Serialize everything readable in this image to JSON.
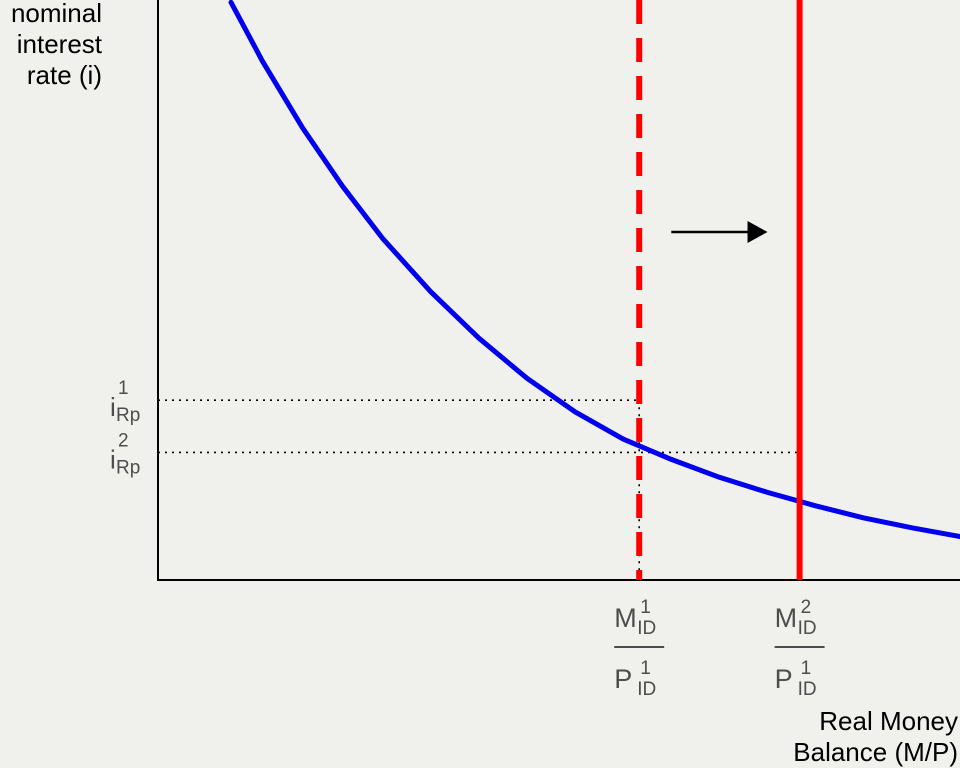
{
  "chart_data": {
    "type": "line",
    "title": "",
    "ylabel_lines": [
      "nominal",
      "interest",
      "rate (i)"
    ],
    "xlabel_lines": [
      "Real Money",
      "Balance (M/P)"
    ],
    "colors": {
      "demand": "#0000ee",
      "supply": "#ff0000",
      "guide": "#000000",
      "arrow": "#000000",
      "axis": "#000000",
      "tick_text": "#4d4d4d",
      "background": "#f0f0ec"
    },
    "xlim": [
      0,
      10
    ],
    "ylim": [
      0,
      10
    ],
    "series": [
      {
        "role": "money-demand-curve",
        "x": [
          0.91,
          1.3,
          1.8,
          2.3,
          2.8,
          3.4,
          4.0,
          4.6,
          5.2,
          5.8,
          6.4,
          7.0,
          7.6,
          8.2,
          8.8,
          9.4,
          10.0
        ],
        "y": [
          9.96,
          8.95,
          7.8,
          6.79,
          5.89,
          4.97,
          4.17,
          3.48,
          2.9,
          2.43,
          2.08,
          1.77,
          1.51,
          1.28,
          1.07,
          0.9,
          0.75
        ]
      }
    ],
    "supply_lines": [
      {
        "role": "initial-supply",
        "x": 6.0,
        "style": "dashed"
      },
      {
        "role": "new-supply",
        "x": 8.0,
        "style": "solid"
      }
    ],
    "shift_arrow": {
      "from": {
        "x": 6.4,
        "y": 6.0
      },
      "to": {
        "x": 7.6,
        "y": 6.0
      }
    },
    "y_ticks": [
      {
        "value": 3.1,
        "base": "i",
        "sup": "1",
        "sub": "Rp"
      },
      {
        "value": 2.2,
        "base": "i",
        "sup": "2",
        "sub": "Rp"
      }
    ],
    "x_ticks": [
      {
        "value": 6.0,
        "num_base": "M",
        "num_sup": "1",
        "num_sub": "ID",
        "den_base": "P",
        "den_sup": "1",
        "den_sub": "ID"
      },
      {
        "value": 8.0,
        "num_base": "M",
        "num_sup": "2",
        "num_sub": "ID",
        "den_base": "P",
        "den_sup": "1",
        "den_sub": "ID"
      }
    ],
    "grid": false,
    "legend": "none"
  }
}
